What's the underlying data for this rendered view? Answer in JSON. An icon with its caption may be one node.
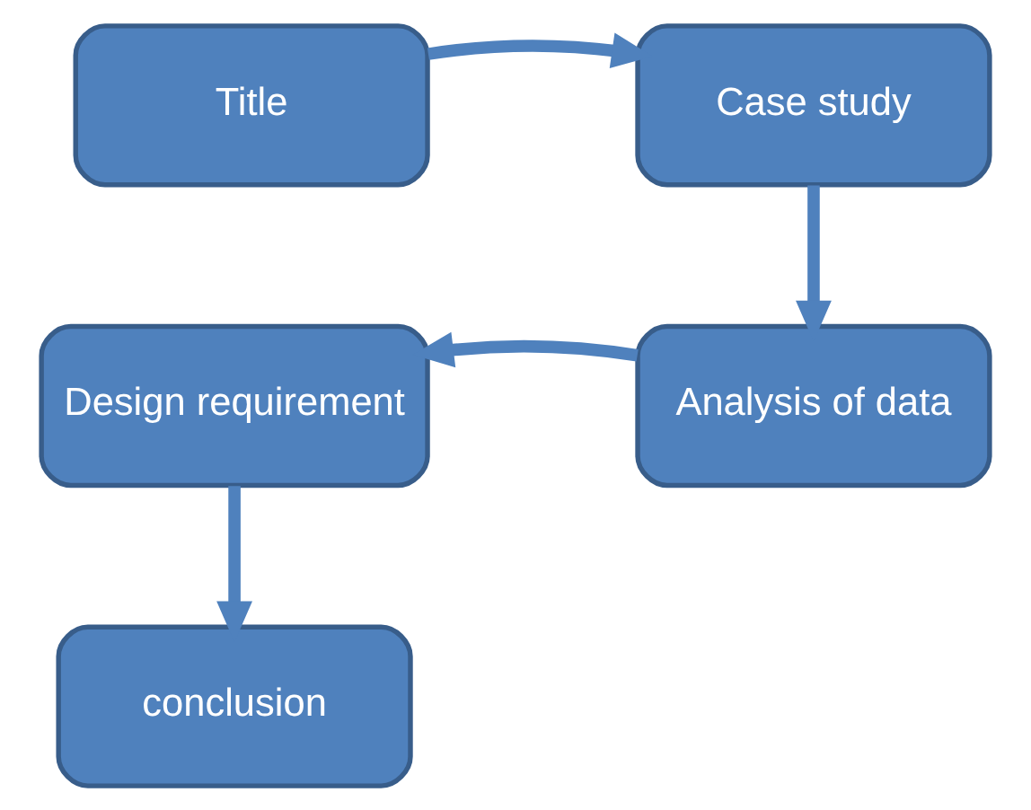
{
  "diagram": {
    "nodes": [
      {
        "text": [
          "Title"
        ]
      },
      {
        "text": [
          "Case study"
        ]
      },
      {
        "text": [
          "Analysis of data"
        ]
      },
      {
        "text": [
          "Design requirement"
        ]
      },
      {
        "text": [
          "conclusion"
        ]
      }
    ],
    "edges": [
      {
        "from": 0,
        "to": 1,
        "arrow": "to"
      },
      {
        "from": 1,
        "to": 2,
        "arrow": "to"
      },
      {
        "from": 2,
        "to": 3,
        "arrow": "to"
      },
      {
        "from": 3,
        "to": 4,
        "arrow": "to"
      }
    ]
  }
}
